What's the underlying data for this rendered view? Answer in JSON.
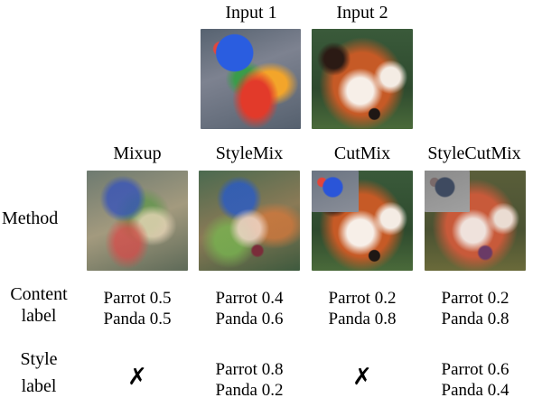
{
  "inputs": [
    {
      "label": "Input 1",
      "image": "parrot-image"
    },
    {
      "label": "Input 2",
      "image": "red-panda-image"
    }
  ],
  "rows": {
    "method": "Method",
    "content_label": [
      "Content",
      "label"
    ],
    "style_label": [
      "Style",
      "label"
    ]
  },
  "methods": [
    {
      "name": "Mixup",
      "content": [
        "Parrot 0.5",
        "Panda 0.5"
      ],
      "style": null,
      "style_mark": "✗"
    },
    {
      "name": "StyleMix",
      "content": [
        "Parrot 0.4",
        "Panda 0.6"
      ],
      "style": [
        "Parrot 0.8",
        "Panda 0.2"
      ]
    },
    {
      "name": "CutMix",
      "content": [
        "Parrot 0.2",
        "Panda 0.8"
      ],
      "style": null,
      "style_mark": "✗"
    },
    {
      "name": "StyleCutMix",
      "content": [
        "Parrot 0.2",
        "Panda 0.8"
      ],
      "style": [
        "Parrot 0.6",
        "Panda 0.4"
      ]
    }
  ]
}
